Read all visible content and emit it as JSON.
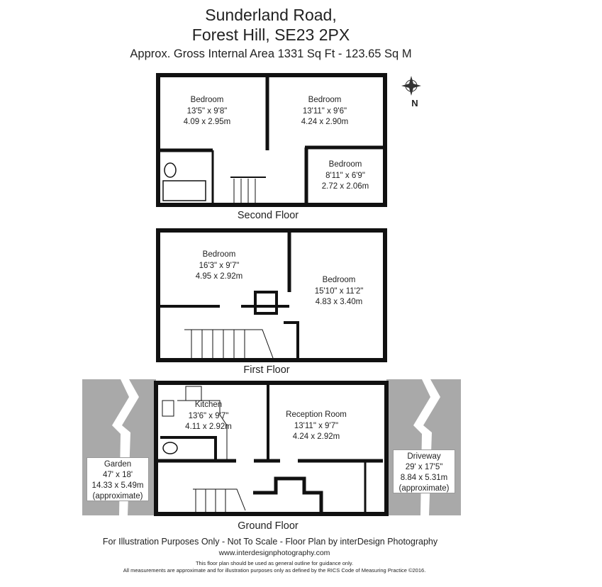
{
  "header": {
    "title_line1": "Sunderland Road,",
    "title_line2": "Forest Hill, SE23 2PX",
    "area": "Approx. Gross Internal Area  1331 Sq Ft  -  123.65 Sq M",
    "compass_label": "N"
  },
  "second_floor": {
    "label": "Second Floor",
    "rooms": [
      {
        "name": "Bedroom",
        "imperial": "13'5\" x 9'8\"",
        "metric": "4.09 x 2.95m"
      },
      {
        "name": "Bedroom",
        "imperial": "13'11\" x 9'6\"",
        "metric": "4.24 x 2.90m"
      },
      {
        "name": "Bedroom",
        "imperial": "8'11\" x 6'9\"",
        "metric": "2.72 x 2.06m"
      }
    ]
  },
  "first_floor": {
    "label": "First Floor",
    "rooms": [
      {
        "name": "Bedroom",
        "imperial": "16'3\" x 9'7\"",
        "metric": "4.95 x 2.92m"
      },
      {
        "name": "Bedroom",
        "imperial": "15'10\" x 11'2\"",
        "metric": "4.83 x 3.40m"
      }
    ]
  },
  "ground_floor": {
    "label": "Ground Floor",
    "rooms": [
      {
        "name": "Kitchen",
        "imperial": "13'6\" x 9'7\"",
        "metric": "4.11 x 2.92m"
      },
      {
        "name": "Reception Room",
        "imperial": "13'11\" x 9'7\"",
        "metric": "4.24 x 2.92m"
      }
    ],
    "garden": {
      "name": "Garden",
      "imperial": "47' x 18'",
      "metric": "14.33 x 5.49m",
      "note": "(approximate)"
    },
    "driveway": {
      "name": "Driveway",
      "imperial": "29' x 17'5\"",
      "metric": "8.84 x 5.31m",
      "note": "(approximate)"
    }
  },
  "footer": {
    "credit": "For Illustration Purposes Only - Not To Scale - Floor Plan by interDesign Photography",
    "website": "www.interdesignphotography.com",
    "disclaimer1": "This floor plan should be used as general outline for guidance only.",
    "disclaimer2": "All measurements are approximate and for illustration purposes only as defined by the RICS Code of Measuring Practice ©2016."
  }
}
